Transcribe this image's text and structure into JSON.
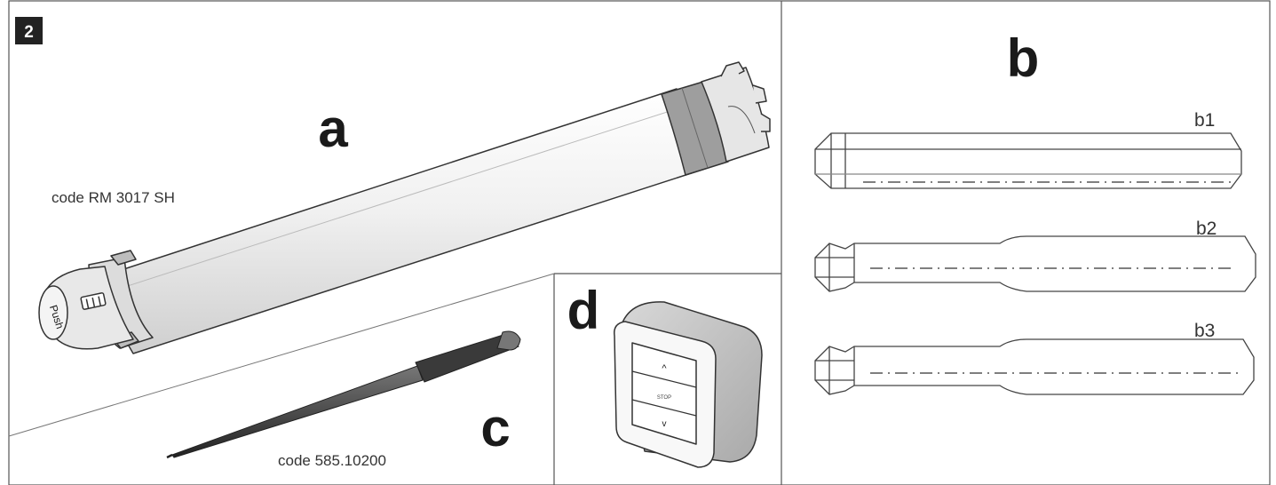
{
  "figure": {
    "badge": "2",
    "labels": {
      "a": "a",
      "b": "b",
      "c": "c",
      "d": "d"
    },
    "codes": {
      "motor": "code RM 3017 SH",
      "tool": "code 585.10200"
    },
    "push_text": "Push",
    "shafts": [
      "b1",
      "b2",
      "b3"
    ],
    "switch": {
      "up": "^",
      "stop": "STOP",
      "down": "v"
    }
  },
  "colors": {
    "line": "#333333",
    "tube": "#efefef",
    "ring": "#9e9e9e",
    "rod": "#444444",
    "badge": "#222222"
  }
}
